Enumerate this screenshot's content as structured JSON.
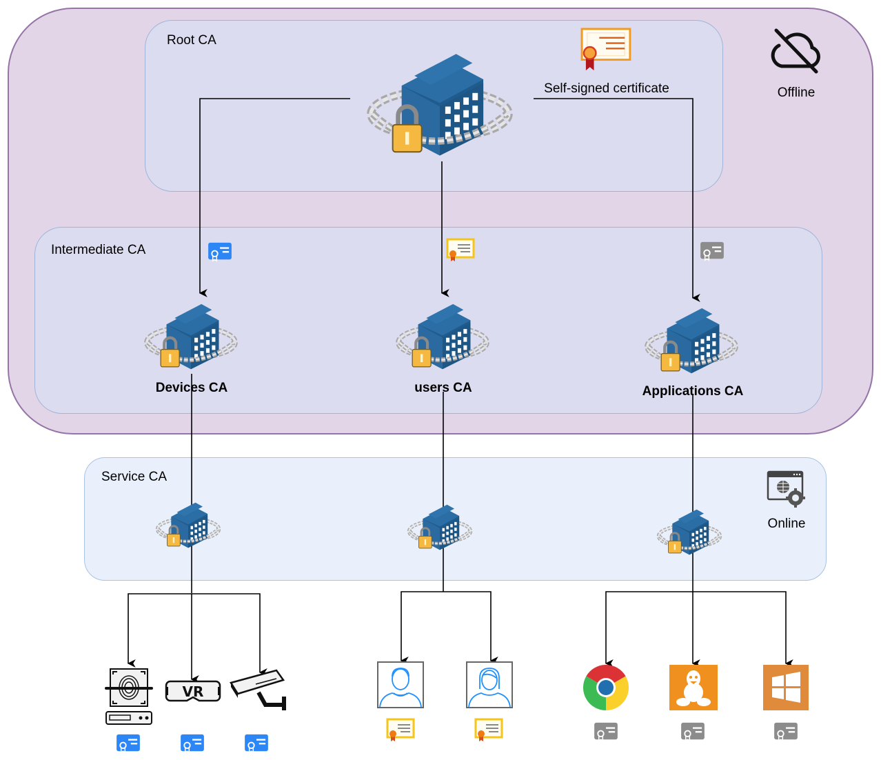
{
  "zones": {
    "offline": {
      "label": "Offline",
      "icon": "cloud-off-icon"
    },
    "root": {
      "label": "Root CA"
    },
    "intermediate": {
      "label": "Intermediate CA"
    },
    "service": {
      "label": "Service CA"
    },
    "online": {
      "label": "Online",
      "icon": "web-settings-icon"
    }
  },
  "root_ca": {
    "icon": "secure-building-icon",
    "certificate_label": "Self-signed certificate",
    "certificate_icon": "certificate-orange-icon"
  },
  "intermediate_cas": [
    {
      "label": "Devices CA",
      "certificate_color": "#2d86f5",
      "certificate_icon": "certificate-blue-icon"
    },
    {
      "label": "users CA",
      "certificate_color": "#f5c518",
      "certificate_icon": "certificate-yellow-icon"
    },
    {
      "label": "Applications CA",
      "certificate_color": "#8c8c8c",
      "certificate_icon": "certificate-gray-icon"
    }
  ],
  "leaves": {
    "devices": [
      {
        "name": "fingerprint-scanner",
        "icon": "fingerprint-scanner-icon"
      },
      {
        "name": "vr-headset",
        "icon": "vr-headset-icon",
        "text": "VR"
      },
      {
        "name": "security-camera",
        "icon": "security-camera-icon"
      }
    ],
    "users": [
      {
        "name": "male-user",
        "icon": "male-user-icon"
      },
      {
        "name": "female-user",
        "icon": "female-user-icon"
      }
    ],
    "applications": [
      {
        "name": "chrome",
        "icon": "chrome-icon"
      },
      {
        "name": "linux",
        "icon": "linux-icon"
      },
      {
        "name": "windows",
        "icon": "windows-icon"
      }
    ]
  },
  "colors": {
    "offline_fill": "#e1d5e7",
    "offline_border": "#9673a6",
    "ca_zone_fill": "#dcdcf0",
    "service_fill": "#e9f0fb",
    "building": "#226092",
    "lock": "#f5b942",
    "cert_blue": "#2d86f5",
    "cert_yellow": "#f5c518",
    "cert_gray": "#8c8c8c",
    "linux_orange": "#f0901f",
    "windows_orange": "#e08a3c"
  }
}
